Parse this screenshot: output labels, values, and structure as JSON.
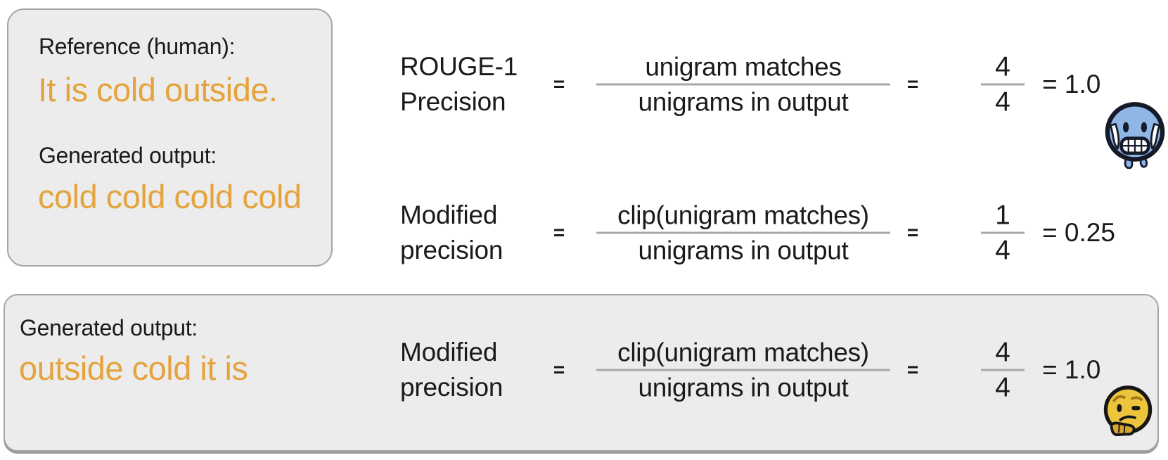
{
  "palette": {
    "box_background": "#ececec",
    "box_border": "#a6a6a6",
    "orange_text": "#e5a33d",
    "ink": "#1a1a1a",
    "fraction_bar": "#a8a8a8"
  },
  "reference_box": {
    "reference_label": "Reference (human):",
    "reference_text": "It is cold outside.",
    "generated_label": "Generated output:",
    "generated_text": "cold cold cold cold"
  },
  "output_box": {
    "generated_label": "Generated output:",
    "generated_text": "outside cold it is"
  },
  "formulas": [
    {
      "label_line1": "ROUGE-1",
      "label_line2": "Precision",
      "equals_1": "=",
      "numerator": "unigram matches",
      "denominator": "unigrams in output",
      "equals_2": "=",
      "value_numerator": "4",
      "value_denominator": "4",
      "result": "= 1.0",
      "emoji": "cold-face"
    },
    {
      "label_line1": "Modified",
      "label_line2": "precision",
      "equals_1": "=",
      "numerator": "clip(unigram matches)",
      "denominator": "unigrams in output",
      "equals_2": "=",
      "value_numerator": "1",
      "value_denominator": "4",
      "result": "= 0.25"
    },
    {
      "label_line1": "Modified",
      "label_line2": "precision",
      "equals_1": "=",
      "numerator": "clip(unigram matches)",
      "denominator": "unigrams in output",
      "equals_2": "=",
      "value_numerator": "4",
      "value_denominator": "4",
      "result": "= 1.0",
      "emoji": "thinking-face"
    }
  ]
}
